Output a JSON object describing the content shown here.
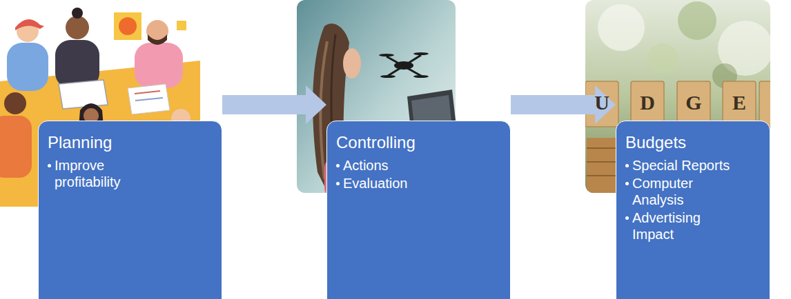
{
  "diagram": {
    "nodes": [
      {
        "text": [
          "Planning",
          "Improve profitability"
        ]
      },
      {
        "text": [
          "Controlling",
          "Actions",
          "Evaluation"
        ]
      },
      {
        "text": [
          "Budgets",
          "Special Reports",
          "Computer Analysis",
          "Advertising Impact"
        ]
      }
    ],
    "edges": [
      {
        "from": 0,
        "to": 1,
        "arrow": "to"
      },
      {
        "from": 1,
        "to": 2,
        "arrow": "to"
      }
    ],
    "labels": [
      "U",
      "D",
      "G",
      "E"
    ]
  }
}
